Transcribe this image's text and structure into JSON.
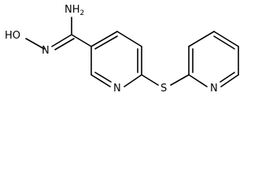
{
  "molecule": {
    "atoms": {
      "amine": "NH",
      "amine_subscript": "2",
      "hydroxyl": "HO",
      "oxime_n": "N",
      "pyridine1_n": "N",
      "sulfur": "S",
      "pyridine2_n": "N"
    }
  }
}
